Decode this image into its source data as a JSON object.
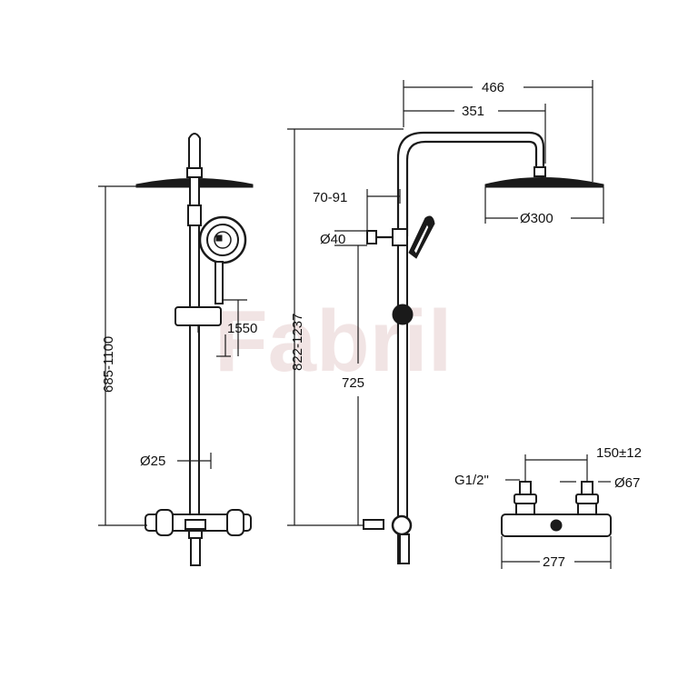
{
  "watermark": "Fabril",
  "dimensions": {
    "front_total_height": "685-1100",
    "hand_shower_height": "1550",
    "bar_diameter": "Ø25",
    "arm_length_outer": "466",
    "arm_length_inner": "351",
    "side_total_height": "822-1237",
    "wall_offset": "70-91",
    "bracket_diameter": "Ø40",
    "head_diameter": "Ø300",
    "lower_height": "725",
    "inlet_spacing": "150±12",
    "thread_size": "G1/2\"",
    "inlet_diameter": "Ø67",
    "valve_width": "277"
  }
}
